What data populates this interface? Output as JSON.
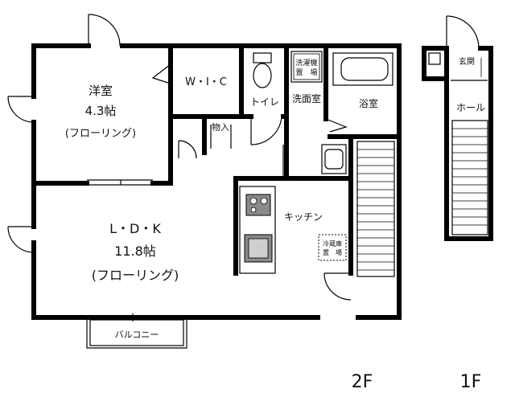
{
  "rooms": {
    "western_room": {
      "name": "洋室",
      "size": "4.3帖",
      "floor": "(フローリング)"
    },
    "wic": "W・I・C",
    "storage": "物入",
    "toilet": "トイレ",
    "washroom": "洗面室",
    "bathroom": "浴室",
    "washer_space": [
      "洗濯機",
      "置　場"
    ],
    "ldk": {
      "name": "L・D・K",
      "size": "11.8帖",
      "floor": "(フローリング)"
    },
    "kitchen": "キッチン",
    "fridge_space": [
      "冷蔵庫",
      "置　場"
    ],
    "balcony": "バルコニー",
    "entrance": "玄関",
    "hall": "ホール"
  },
  "floors": {
    "second": "2F",
    "first": "1F"
  }
}
